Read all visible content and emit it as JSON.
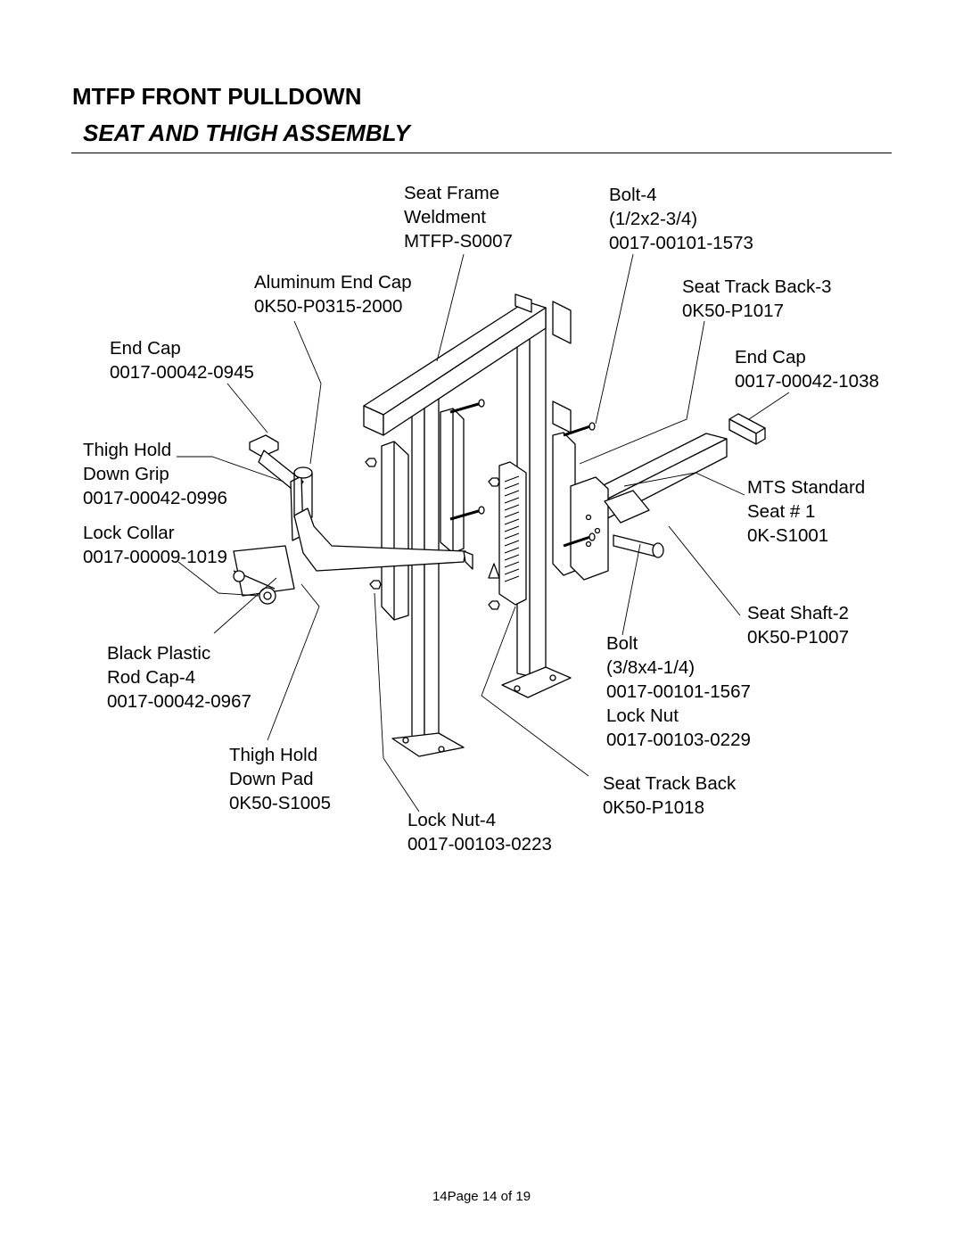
{
  "header": {
    "title": "MTFP FRONT PULLDOWN",
    "subtitle": "SEAT AND THIGH ASSEMBLY"
  },
  "parts": {
    "seat_frame": [
      "Seat Frame",
      "Weldment",
      "MTFP-S0007"
    ],
    "bolt_4": [
      "Bolt-4",
      "(1/2x2-3/4)",
      "0017-00101-1573"
    ],
    "aluminum_end_cap": [
      "Aluminum End Cap",
      "0K50-P0315-2000"
    ],
    "seat_track_back_3": [
      "Seat Track Back-3",
      "0K50-P1017"
    ],
    "end_cap_left": [
      "End Cap",
      "0017-00042-0945"
    ],
    "end_cap_right": [
      "End Cap",
      "0017-00042-1038"
    ],
    "thigh_hold_down_grip": [
      "Thigh Hold",
      "Down Grip",
      "0017-00042-0996"
    ],
    "mts_standard_seat": [
      "MTS Standard",
      "Seat # 1",
      "0K-S1001"
    ],
    "lock_collar": [
      "Lock Collar",
      "0017-00009-1019"
    ],
    "seat_shaft_2": [
      "Seat Shaft-2",
      "0K50-P1007"
    ],
    "black_plastic_rod_cap": [
      "Black Plastic",
      "Rod Cap-4",
      "0017-00042-0967"
    ],
    "bolt_lock_nut": [
      "Bolt",
      "(3/8x4-1/4)",
      "0017-00101-1567",
      "Lock Nut",
      "0017-00103-0229"
    ],
    "thigh_hold_down_pad": [
      "Thigh Hold",
      "Down Pad",
      "0K50-S1005"
    ],
    "seat_track_back": [
      "Seat Track Back",
      "0K50-P1018"
    ],
    "lock_nut_4": [
      "Lock Nut-4",
      "0017-00103-0223"
    ]
  },
  "footer": {
    "page": "14Page 14 of 19"
  }
}
